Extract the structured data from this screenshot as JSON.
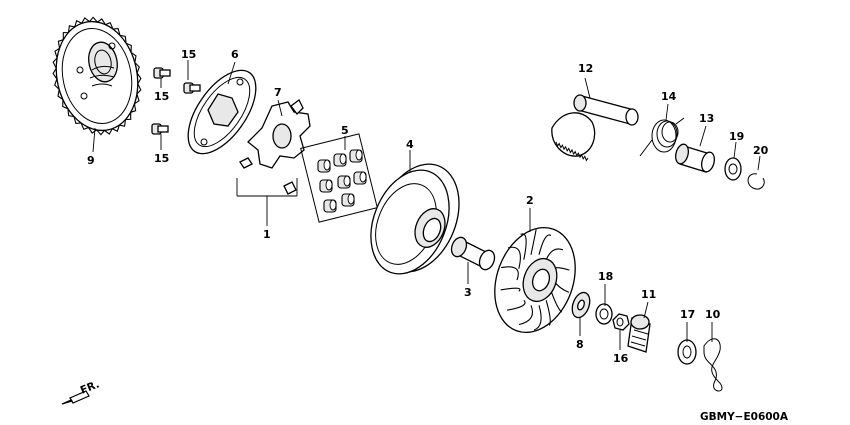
{
  "diagram": {
    "drawing_code": "GBMY−E0600A",
    "direction_marker": "FR.",
    "callouts": {
      "p1": "1",
      "p2": "2",
      "p3": "3",
      "p4": "4",
      "p5": "5",
      "p6": "6",
      "p7": "7",
      "p8": "8",
      "p9": "9",
      "p10": "10",
      "p11": "11",
      "p12": "12",
      "p13": "13",
      "p14": "14",
      "p15a": "15",
      "p15b": "15",
      "p15c": "15",
      "p16": "16",
      "p17": "17",
      "p18": "18",
      "p19": "19",
      "p20": "20"
    }
  }
}
